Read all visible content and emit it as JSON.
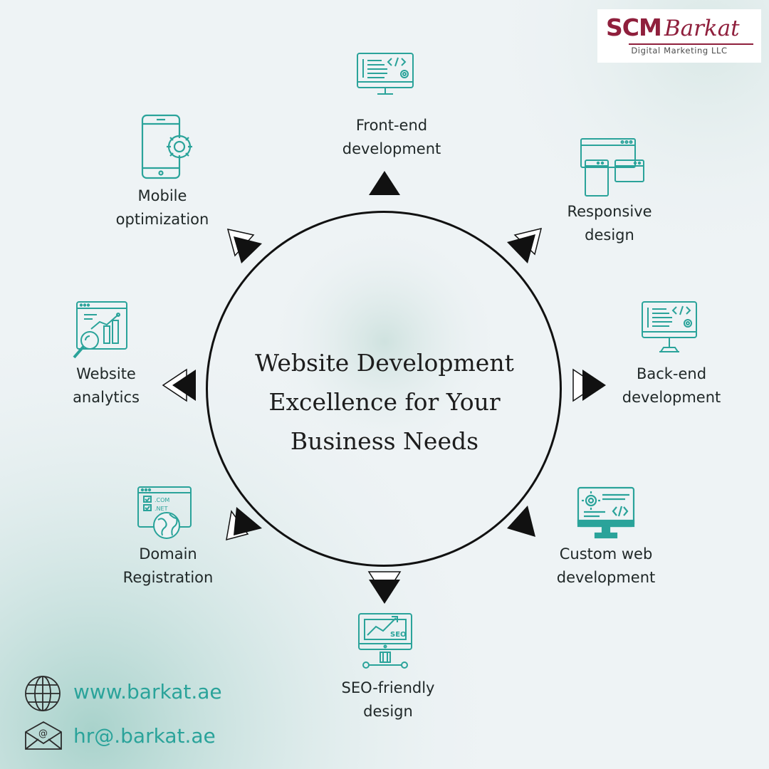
{
  "brand": {
    "logo_scm": "SCM",
    "logo_name": "Barkat",
    "tagline": "Digital Marketing LLC"
  },
  "center": {
    "title_lines": [
      "Website Development",
      "Excellence for Your",
      "Business Needs"
    ]
  },
  "services": [
    {
      "lines": [
        "Front-end",
        "development"
      ],
      "icon": "code-monitor-icon"
    },
    {
      "lines": [
        "Responsive",
        "design"
      ],
      "icon": "responsive-devices-icon"
    },
    {
      "lines": [
        "Back-end",
        "development"
      ],
      "icon": "code-monitor-gear-icon"
    },
    {
      "lines": [
        "Custom web",
        "development"
      ],
      "icon": "custom-code-monitor-icon"
    },
    {
      "lines": [
        "SEO-friendly",
        "design"
      ],
      "icon": "seo-monitor-icon"
    },
    {
      "lines": [
        "Domain",
        "Registration"
      ],
      "icon": "domain-globe-icon"
    },
    {
      "lines": [
        "Website",
        "analytics"
      ],
      "icon": "analytics-magnifier-icon"
    },
    {
      "lines": [
        "Mobile",
        "optimization"
      ],
      "icon": "mobile-gear-icon"
    }
  ],
  "contact": {
    "website": "www.barkat.ae",
    "email": "hr@.barkat.ae",
    "website_icon": "globe-icon",
    "email_icon": "envelope-icon"
  },
  "colors": {
    "icon_teal": "#2aa39a",
    "brand_red": "#8f1f3c",
    "arrow": "#111111"
  }
}
